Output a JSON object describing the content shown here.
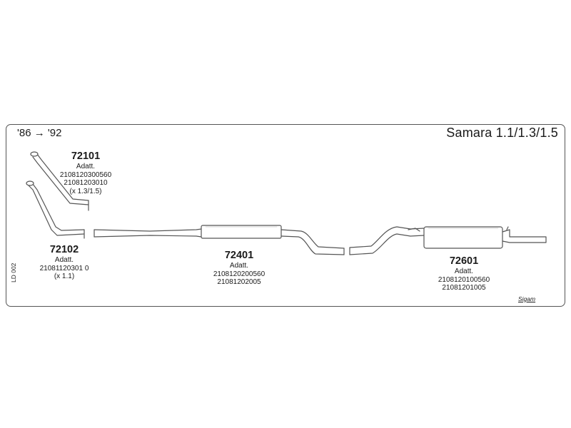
{
  "header": {
    "years": "'86 → '92",
    "model": "Samara 1.1/1.3/1.5"
  },
  "parts": [
    {
      "number": "72101",
      "lines": [
        "Adatt.",
        "2108120300560",
        "21081203010",
        "(x 1.3/1.5)"
      ]
    },
    {
      "number": "72102",
      "lines": [
        "Adatt.",
        "21081120301 0",
        "(x 1.1)"
      ]
    },
    {
      "number": "72401",
      "lines": [
        "Adatt.",
        "2108120200560",
        "21081202005"
      ]
    },
    {
      "number": "72601",
      "lines": [
        "Adatt.",
        "2108120100560",
        "21081201005"
      ]
    }
  ],
  "footer": {
    "diagram_code": "LD 002",
    "brand": "Sigam"
  }
}
